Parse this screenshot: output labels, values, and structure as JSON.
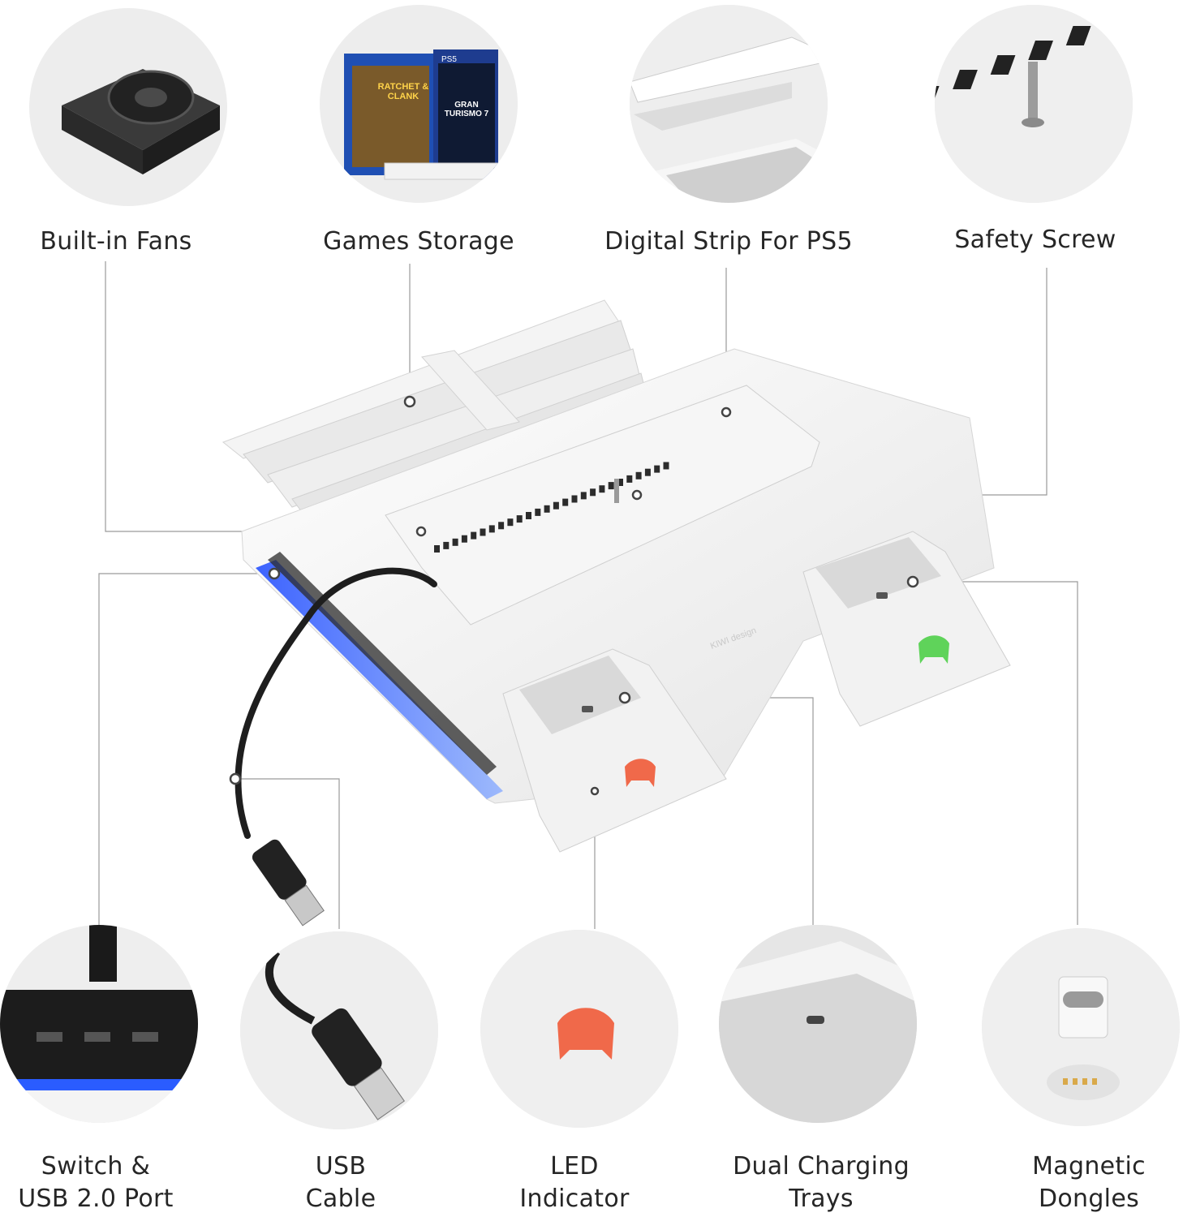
{
  "features_top": [
    {
      "key": "fans",
      "label": "Built-in Fans"
    },
    {
      "key": "games",
      "label": "Games Storage"
    },
    {
      "key": "strip",
      "label": "Digital Strip For PS5"
    },
    {
      "key": "screw",
      "label": "Safety Screw"
    }
  ],
  "features_bottom": [
    {
      "key": "ports",
      "line1": "Switch &",
      "line2": "USB 2.0 Port"
    },
    {
      "key": "cable",
      "line1": "USB",
      "line2": "Cable"
    },
    {
      "key": "led",
      "line1": "LED",
      "line2": "Indicator"
    },
    {
      "key": "trays",
      "line1": "Dual Charging",
      "line2": "Trays"
    },
    {
      "key": "dongles",
      "line1": "Magnetic",
      "line2": "Dongles"
    }
  ],
  "game_boxes": {
    "left_title": "RATCHET & CLANK",
    "right_title": "GRAN TURISMO 7",
    "platform": "PS5"
  },
  "brand": "KIWI design",
  "colors": {
    "led_red": "#f0694a",
    "led_green": "#5fd35a",
    "blue_glow": "#2a5cff",
    "circle_bg": "#ededed",
    "leader": "#9a9a9a"
  }
}
